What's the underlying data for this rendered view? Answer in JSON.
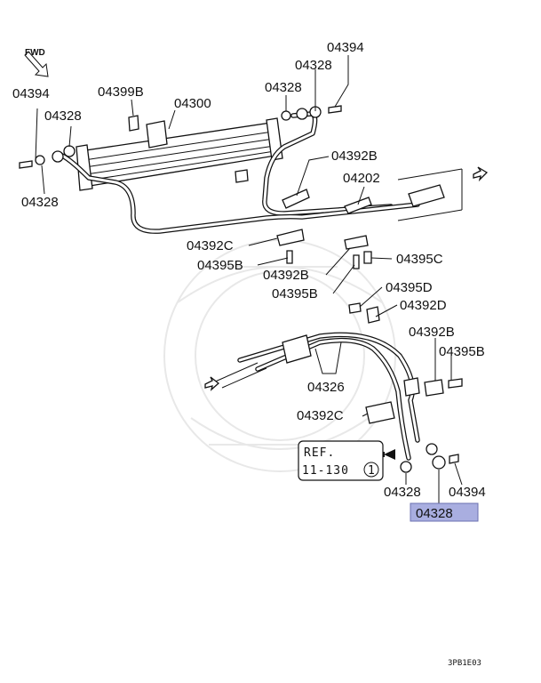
{
  "diagram": {
    "direction_label": "FWD",
    "reference_box": {
      "line1": "REF.",
      "line2": "11-130",
      "circled_number": "1"
    },
    "drawing_code": "3PB1E03",
    "highlight_color": "#a9aee0",
    "labels": {
      "p04394_top": "04394",
      "p04328_top_a": "04328",
      "p04328_top_b": "04328",
      "p04399B": "04399B",
      "p04300": "04300",
      "p04394_left": "04394",
      "p04328_left_a": "04328",
      "p04328_left_b": "04328",
      "p04392B_top": "04392B",
      "p04202": "04202",
      "p04392C_mid": "04392C",
      "p04395B_mid": "04395B",
      "p04392B_mid": "04392B",
      "p04395C": "04395C",
      "p04395B_low": "04395B",
      "p04395D": "04395D",
      "p04392D": "04392D",
      "p04392B_right": "04392B",
      "p04395B_right": "04395B",
      "p04326": "04326",
      "p04392C_low": "04392C",
      "p04328_bottom": "04328",
      "p04394_bottom": "04394",
      "p04328_highlight": "04328"
    }
  }
}
